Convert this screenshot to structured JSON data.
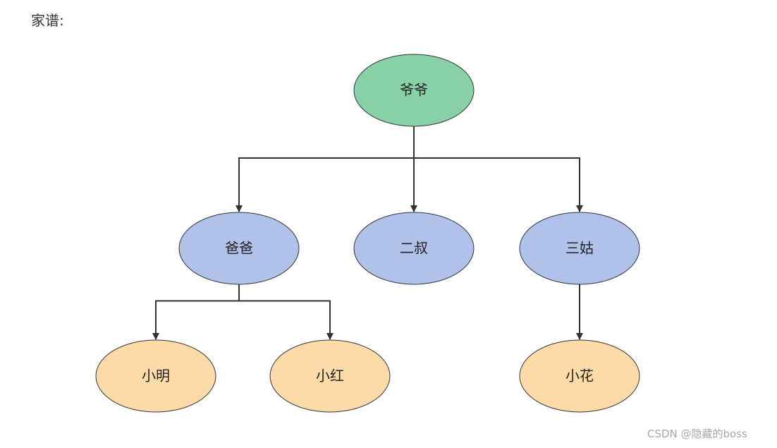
{
  "heading": "家谱:",
  "watermark": "CSDN @隐藏的boss",
  "colors": {
    "generation_1": "#88d0a6",
    "generation_2": "#b0c2ea",
    "generation_3": "#fcdba9",
    "stroke": "#333333"
  },
  "family_tree": {
    "nodes": [
      {
        "id": "grandfather",
        "label": "爷爷",
        "generation": 1,
        "parent": null
      },
      {
        "id": "father",
        "label": "爸爸",
        "generation": 2,
        "parent": "grandfather"
      },
      {
        "id": "second-uncle",
        "label": "二叔",
        "generation": 2,
        "parent": "grandfather"
      },
      {
        "id": "third-aunt",
        "label": "三姑",
        "generation": 2,
        "parent": "grandfather"
      },
      {
        "id": "xiaoming",
        "label": "小明",
        "generation": 3,
        "parent": "father"
      },
      {
        "id": "xiaohong",
        "label": "小红",
        "generation": 3,
        "parent": "father"
      },
      {
        "id": "xiaohua",
        "label": "小花",
        "generation": 3,
        "parent": "third-aunt"
      }
    ]
  }
}
